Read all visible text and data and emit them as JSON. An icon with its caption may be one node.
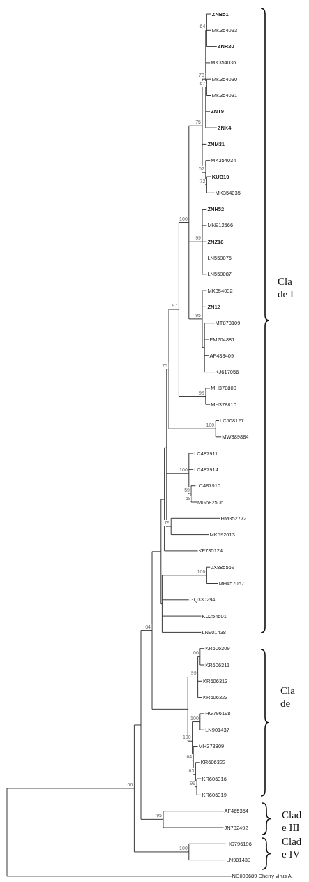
{
  "diagram": {
    "labels": [
      "ZNB51",
      "MK354033",
      "ZNR20",
      "MK354036",
      "MK354030",
      "MK354031",
      "ZNT9",
      "ZNK4",
      "ZNM31",
      "MK354034",
      "KUB10",
      "MK354035",
      "ZNH52",
      "MN912566",
      "ZNZ18",
      "LN559075",
      "LN559087",
      "MK354032",
      "ZN12",
      "MT878109",
      "FM204881",
      "AF438409",
      "KJ617056",
      "MH378808",
      "MH378810",
      "LC508127",
      "MW889884",
      "LC487911",
      "LC487914",
      "LC487910",
      "MG682506",
      "HM352772",
      "MK592613",
      "KF735124",
      "JX885569",
      "MH457057",
      "GQ330294",
      "KU254601",
      "LN901438",
      "KR606309",
      "KR606311",
      "KR606313",
      "KR606323",
      "HG796198",
      "LN901437",
      "MH378809",
      "KR606322",
      "KR606316",
      "KR606319",
      "AF465354",
      "JN782492",
      "HG796196",
      "LN901439",
      "NC003689 Cherry virus A",
      "64",
      "78",
      "67",
      "75",
      "62",
      "72",
      "100",
      "99",
      "97",
      "95",
      "75",
      "99",
      "100",
      "100",
      "59",
      "58",
      "79",
      "100",
      "64",
      "66",
      "99",
      "66",
      "100",
      "100",
      "64",
      "63",
      "99",
      "95",
      "100",
      "Clade I",
      "Clade",
      "Clade III",
      "Clade IV"
    ]
  }
}
